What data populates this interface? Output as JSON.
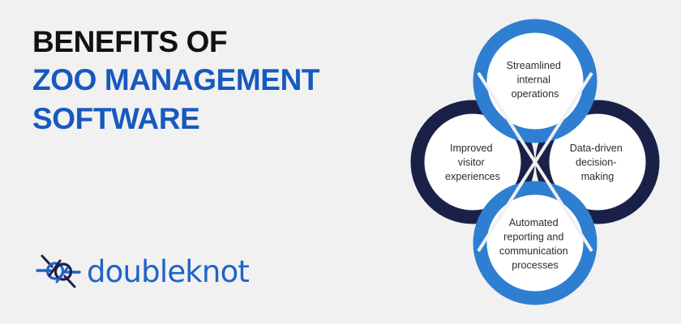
{
  "background_color": "#f1f1f1",
  "headline": {
    "line1": "Benefits of",
    "line2": "Zoo Management",
    "line3": "Software",
    "line1_color": "#111111",
    "accent_color": "#1659bf"
  },
  "logo": {
    "wordmark": "doubleknot",
    "icon": "double-knot-icon",
    "wordmark_color": "#1f63c8",
    "icon_navy": "#1a2148",
    "icon_blue": "#1f63c8"
  },
  "diagram": {
    "type": "four-node-overlapping-rings",
    "ring_blue": "#2e7fd1",
    "ring_navy": "#1a2148",
    "fill": "#ffffff",
    "nodes": [
      {
        "position": "top",
        "ring_color": "#2e7fd1",
        "lines": [
          "Streamlined",
          "internal",
          "operations"
        ]
      },
      {
        "position": "left",
        "ring_color": "#1a2148",
        "lines": [
          "Improved",
          "visitor",
          "experiences"
        ]
      },
      {
        "position": "right",
        "ring_color": "#1a2148",
        "lines": [
          "Data-driven",
          "decision-",
          "making"
        ]
      },
      {
        "position": "bottom",
        "ring_color": "#2e7fd1",
        "lines": [
          "Automated",
          "reporting and",
          "communication",
          "processes"
        ]
      }
    ]
  }
}
